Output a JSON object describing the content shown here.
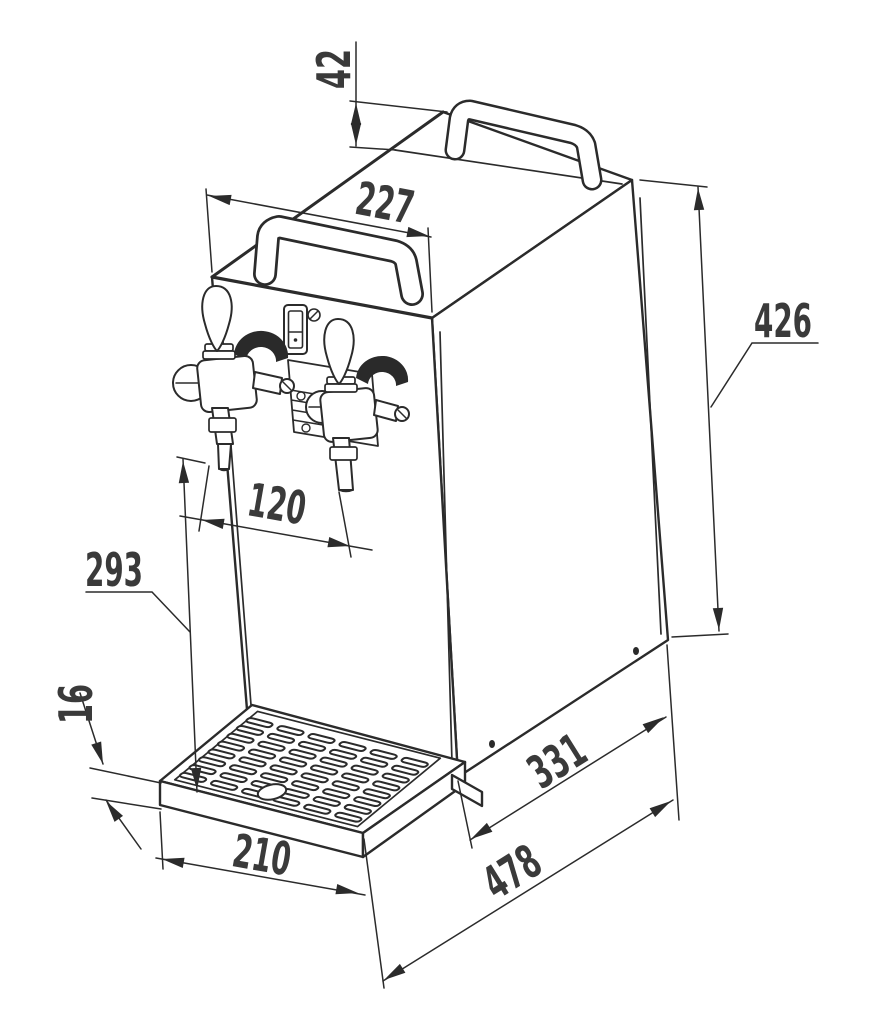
{
  "drawing": {
    "subject": "Two-tap beverage dispenser - dimensioned isometric line drawing",
    "colors": {
      "line": "#2b2b2b",
      "text": "#3a3a3a",
      "background": "#ffffff",
      "shading": "#2a2a2a"
    },
    "dimensions": {
      "handle_height": "42",
      "top_front_width": "227",
      "body_height": "426",
      "tap_spacing": "120",
      "spout_to_tray_height": "293",
      "drip_tray_thickness": "16",
      "side_bottom_depth": "331",
      "drip_tray_width": "210",
      "overall_depth": "478"
    }
  }
}
